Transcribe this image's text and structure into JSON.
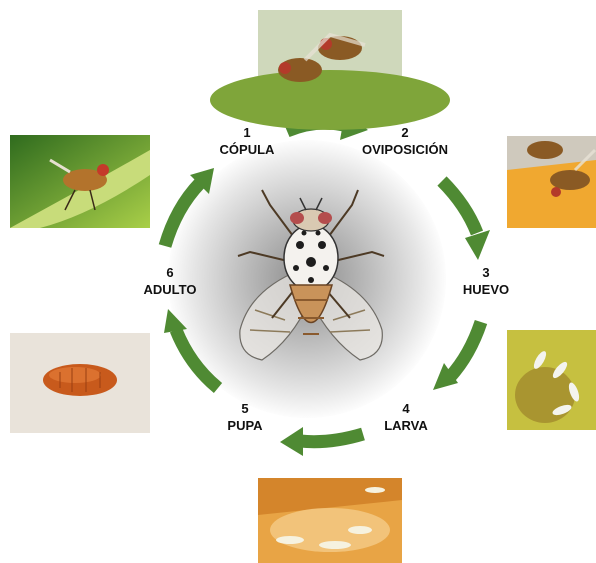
{
  "stages": [
    {
      "number": "1",
      "name": "CÓPULA"
    },
    {
      "number": "2",
      "name": "OVIPOSICIÓN"
    },
    {
      "number": "3",
      "name": "HUEVO"
    },
    {
      "number": "4",
      "name": "LARVA"
    },
    {
      "number": "5",
      "name": "PUPA"
    },
    {
      "number": "6",
      "name": "ADULTO"
    }
  ],
  "colors": {
    "arrow": "#4f8a33",
    "label_text": "#111111",
    "center_glow": "#9a9a9a"
  },
  "icons": [
    "fruit-fly-center-illustration",
    "cycle-arrow"
  ]
}
